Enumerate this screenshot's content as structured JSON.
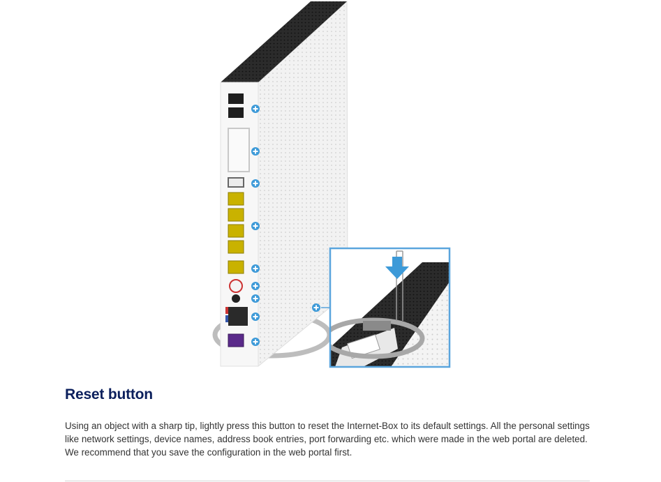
{
  "colors": {
    "heading": "#0b1f5c",
    "body_text": "#333333",
    "hotspot": "#3d9ad8",
    "inset_border": "#5aa5dd",
    "divider": "#d6d6d6"
  },
  "figure": {
    "device": "internet-box-router",
    "hotspot_icon": "plus-circle-icon",
    "hotspots": [
      {
        "name": "phone-ports-hotspot"
      },
      {
        "name": "mobile-slot-hotspot"
      },
      {
        "name": "usb-port-hotspot"
      },
      {
        "name": "ethernet-ports-hotspot"
      },
      {
        "name": "wan-port-hotspot"
      },
      {
        "name": "power-button-hotspot"
      },
      {
        "name": "power-jack-hotspot"
      },
      {
        "name": "dsl-port-hotspot"
      },
      {
        "name": "fibre-port-hotspot"
      },
      {
        "name": "reset-button-hotspot"
      }
    ]
  },
  "section": {
    "title": "Reset button",
    "description": "Using an object with a sharp tip, lightly press this button to reset the Internet-Box to its default settings. All the personal settings like network settings, device names, address book entries, port forwarding etc. which were made in the web portal are deleted. We recommend that you save the configuration in the web portal first."
  }
}
